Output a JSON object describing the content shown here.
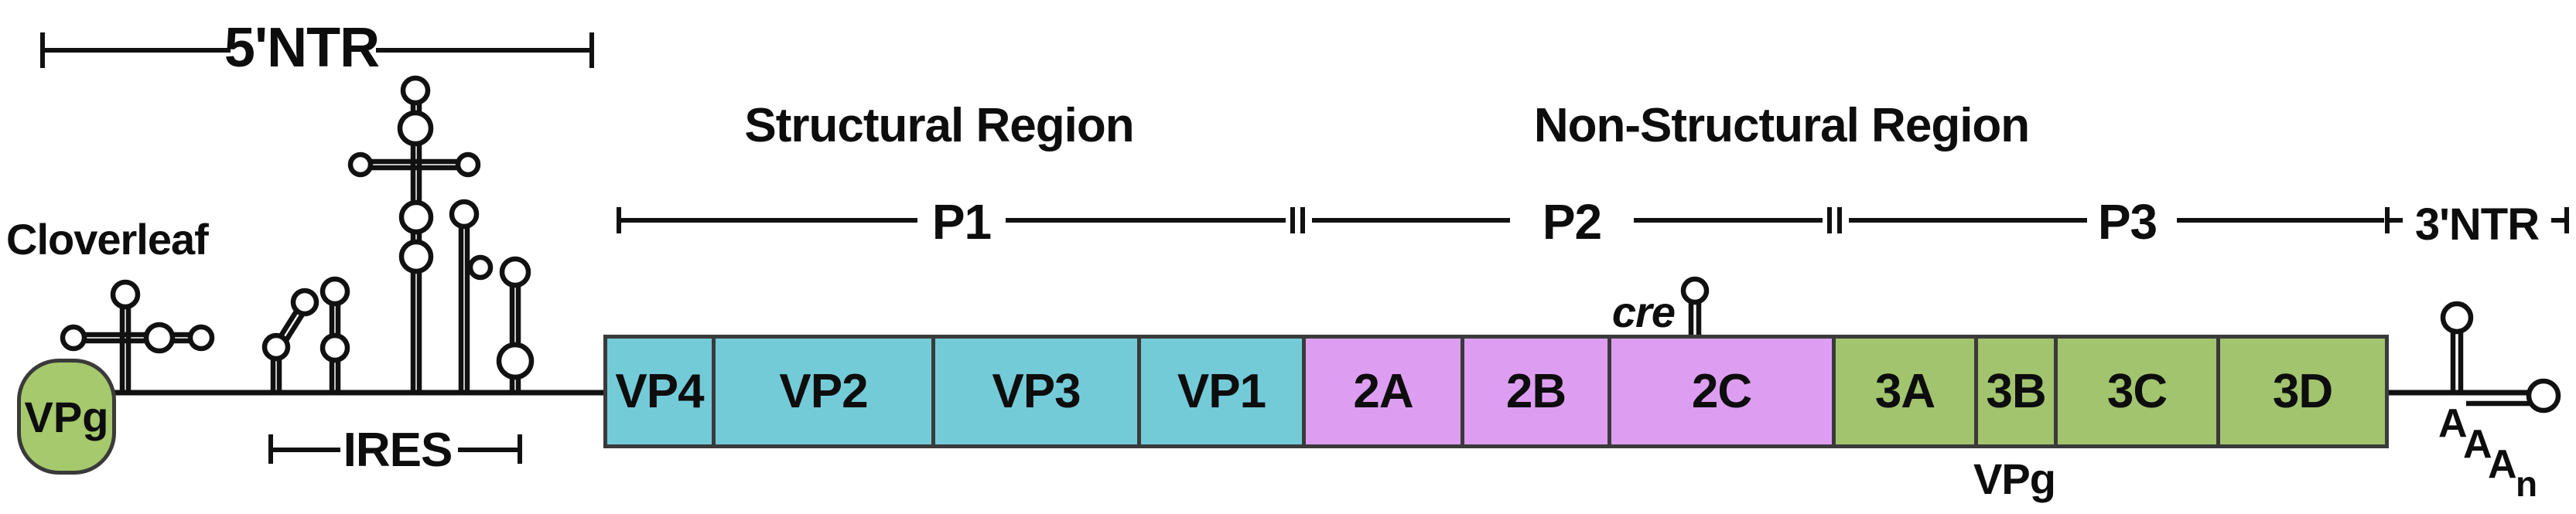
{
  "figure": {
    "five_prime_ntr_label": "5'NTR",
    "cloverleaf_label": "Cloverleaf",
    "ires_label": "IRES",
    "structural_region_label": "Structural Region",
    "non_structural_region_label": "Non-Structural Region",
    "p1_label": "P1",
    "p2_label": "P2",
    "p3_label": "P3",
    "three_prime_ntr_label": "3'NTR",
    "cre_label": "cre",
    "vpg_genome_label": "VPg",
    "vpg_3b_label": "VPg",
    "poly_a": [
      "A",
      "A",
      "A"
    ],
    "poly_a_subscript": "n"
  },
  "genome": {
    "segments": [
      {
        "label": "VP4",
        "region": "structural"
      },
      {
        "label": "VP2",
        "region": "structural"
      },
      {
        "label": "VP3",
        "region": "structural"
      },
      {
        "label": "VP1",
        "region": "structural"
      },
      {
        "label": "2A",
        "region": "non-structural-p2"
      },
      {
        "label": "2B",
        "region": "non-structural-p2"
      },
      {
        "label": "2C",
        "region": "non-structural-p2"
      },
      {
        "label": "3A",
        "region": "non-structural-p3"
      },
      {
        "label": "3B",
        "region": "non-structural-p3"
      },
      {
        "label": "3C",
        "region": "non-structural-p3"
      },
      {
        "label": "3D",
        "region": "non-structural-p3"
      }
    ]
  },
  "colors": {
    "structural_fill": "#74cbd8",
    "p2_fill": "#dd9ef2",
    "p3_fill": "#a2c46e",
    "vpg_fill": "#a5c96c",
    "box_outline": "#3a3a3a",
    "line_color": "#111111",
    "background": "#ffffff"
  }
}
